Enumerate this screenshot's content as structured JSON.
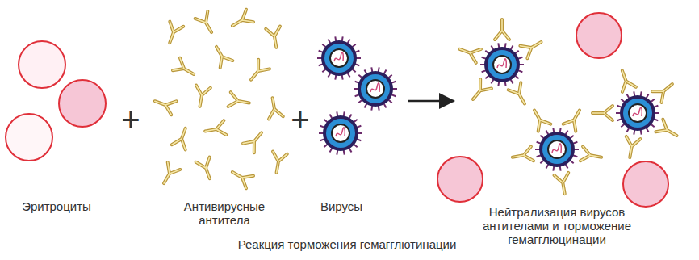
{
  "diagram": {
    "caption": "Реакция торможения гемагглютинации",
    "labels": [
      "Эритроциты",
      "+",
      "Антивирусные антитела",
      "+",
      "Вирусы",
      "Нейтрализация вирусов антителами и торможение гемагглюцинации"
    ]
  }
}
